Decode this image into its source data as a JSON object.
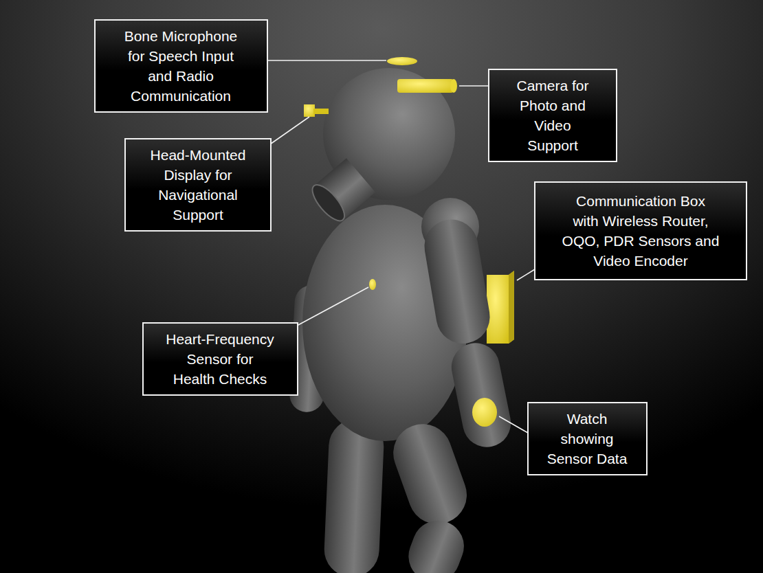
{
  "diagram": {
    "nodes": [
      {
        "text": [
          "Bone Microphone for Speech Input and Radio Communication"
        ]
      },
      {
        "text": [
          "Camera for Photo and Video Support"
        ]
      },
      {
        "text": [
          "Head-Mounted Display for Navigational Support"
        ]
      },
      {
        "text": [
          "Communication Box with Wireless Router, OQO, PDR Sensors and Video Encoder"
        ]
      },
      {
        "text": [
          "Heart-Frequency Sensor for Health Checks"
        ]
      },
      {
        "text": [
          "Watch showing Sensor Data"
        ]
      }
    ]
  }
}
